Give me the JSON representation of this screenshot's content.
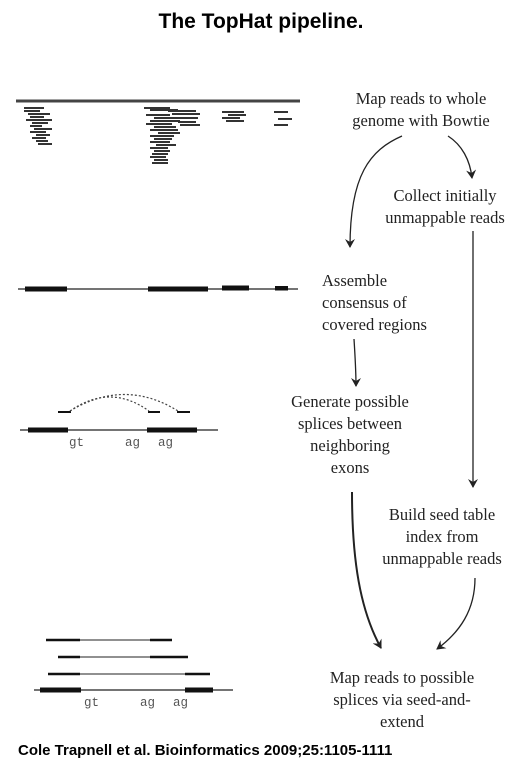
{
  "title": "The TopHat pipeline.",
  "citation": "Cole Trapnell et al. Bioinformatics 2009;25:1105-1111",
  "steps": {
    "map_whole_genome": [
      "Map reads to whole",
      "genome with Bowtie"
    ],
    "collect_unmappable": [
      "Collect initially",
      "unmappable reads"
    ],
    "assemble_consensus": [
      "Assemble",
      "consensus of",
      "covered regions"
    ],
    "generate_splices": [
      "Generate possible",
      "splices between",
      "neighboring",
      "exons"
    ],
    "build_seed_table": [
      "Build seed table",
      "index from",
      "unmappable reads"
    ],
    "map_to_splices": [
      "Map reads to possible",
      "splices via seed-and-",
      "extend"
    ]
  },
  "splice_motifs": {
    "donor": "gt",
    "acceptor": "ag",
    "acceptor2": "ag"
  }
}
